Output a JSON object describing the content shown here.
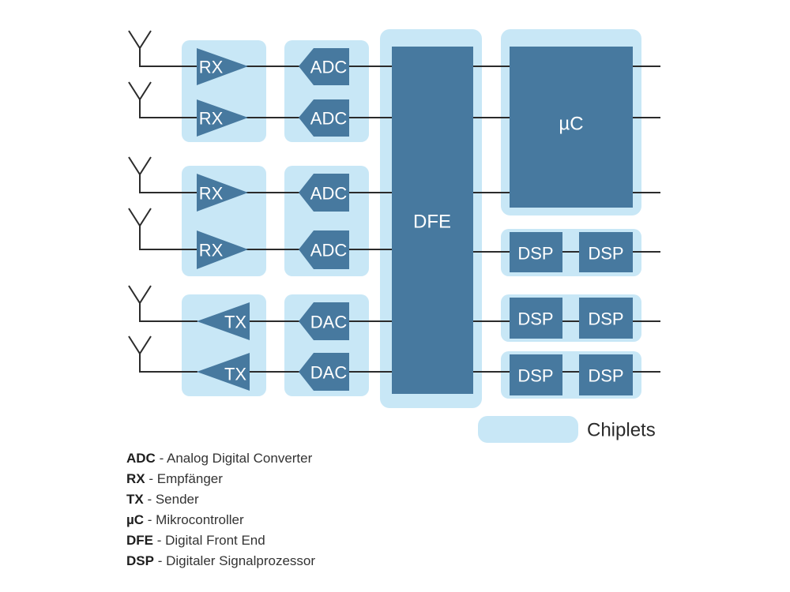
{
  "blocks": {
    "rx": "RX",
    "tx": "TX",
    "adc": "ADC",
    "dac": "DAC",
    "dfe": "DFE",
    "uc": "µC",
    "dsp": "DSP"
  },
  "legend": {
    "chiplets_label": "Chiplets"
  },
  "glossary": [
    {
      "abbr": "ADC",
      "text": " - Analog Digital Converter"
    },
    {
      "abbr": "RX",
      "text": " - Empfänger"
    },
    {
      "abbr": "TX",
      "text": " - Sender"
    },
    {
      "abbr": "µC",
      "text": " - Mikrocontroller"
    },
    {
      "abbr": "DFE",
      "text": " - Digital Front End"
    },
    {
      "abbr": "DSP",
      "text": " - Digitaler Signalprozessor"
    }
  ],
  "colors": {
    "chiplet": "#c8e7f6",
    "block": "#47799f",
    "wire": "#2b2b2b"
  }
}
